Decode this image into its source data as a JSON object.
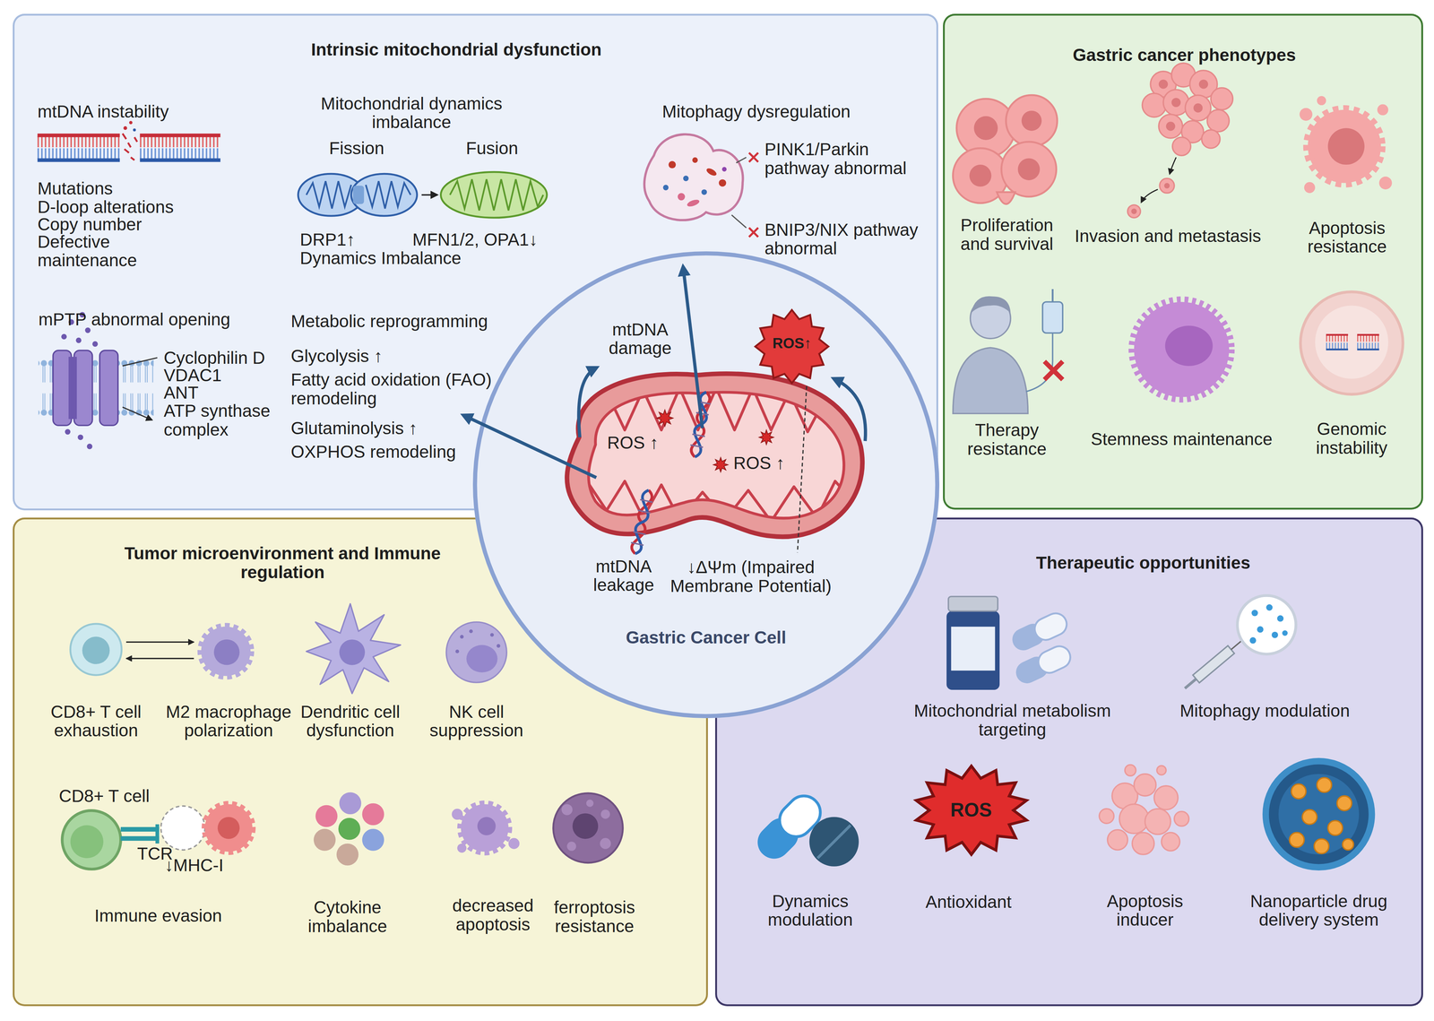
{
  "diagram": {
    "nodes": [
      {
        "text": [
          "Intrinsic mitochondrial dysfunction"
        ]
      },
      {
        "text": [
          "Gastric cancer phenotypes"
        ]
      },
      {
        "text": [
          "Tumor microenvironment and Immune regulation"
        ]
      },
      {
        "text": [
          "CD8+ T cell exhaustion"
        ],
        "in": 2
      },
      {
        "text": [
          "M2 macrophage polarization"
        ],
        "in": 2
      },
      {
        "text": [
          "Therapeutic opportunities"
        ]
      },
      {
        "text": [
          "ROS"
        ],
        "in": 5
      },
      {
        "text": [
          "mtDNA damage",
          "mtDNA leakage",
          "↓ΔΨm (Impaired Membrane Potential)",
          "Gastric Cancer Cell"
        ]
      },
      {
        "text": [
          "ROS ↑",
          "ROS ↑"
        ],
        "in": 7
      },
      {
        "text": [
          "ROS↑"
        ],
        "in": 7
      }
    ],
    "edges": [
      {
        "from": 3,
        "to": 4,
        "arrow": "to"
      },
      {
        "from": 4,
        "to": 3,
        "arrow": "to"
      }
    ],
    "labels": [
      "mtDNA instability",
      "Mutations",
      "D-loop alterations",
      "Copy number",
      "Defective maintenance",
      "Mitochondrial dynamics imbalance",
      "Fission",
      "Fusion",
      "DRP1↑",
      "MFN1/2, OPA1↓",
      "Dynamics Imbalance",
      "Mitophagy dysregulation",
      "PINK1/Parkin pathway abnormal",
      "BNIP3/NIX pathway abnormal",
      "mPTP abnormal opening",
      "Cyclophilin D",
      "VDAC1",
      "ANT",
      "ATP synthase complex",
      "Metabolic reprogramming",
      "Glycolysis ↑",
      "Fatty acid oxidation (FAO) remodeling",
      "Glutaminolysis ↑",
      "OXPHOS remodeling",
      "Proliferation and survival",
      "Invasion and metastasis",
      "Apoptosis resistance",
      "Therapy resistance",
      "Stemness maintenance",
      "Genomic instability",
      "Dendritic cell dysfunction",
      "NK cell suppression",
      "CD8+ T cell",
      "TCR",
      "↓MHC-I",
      "Immune evasion",
      "Cytokine imbalance",
      "decreased apoptosis",
      "ferroptosis resistance",
      "Mitochondrial metabolism targeting",
      "Mitophagy modulation",
      "Dynamics modulation",
      "Antioxidant",
      "Apoptosis inducer",
      "Nanoparticle drug delivery system"
    ]
  }
}
